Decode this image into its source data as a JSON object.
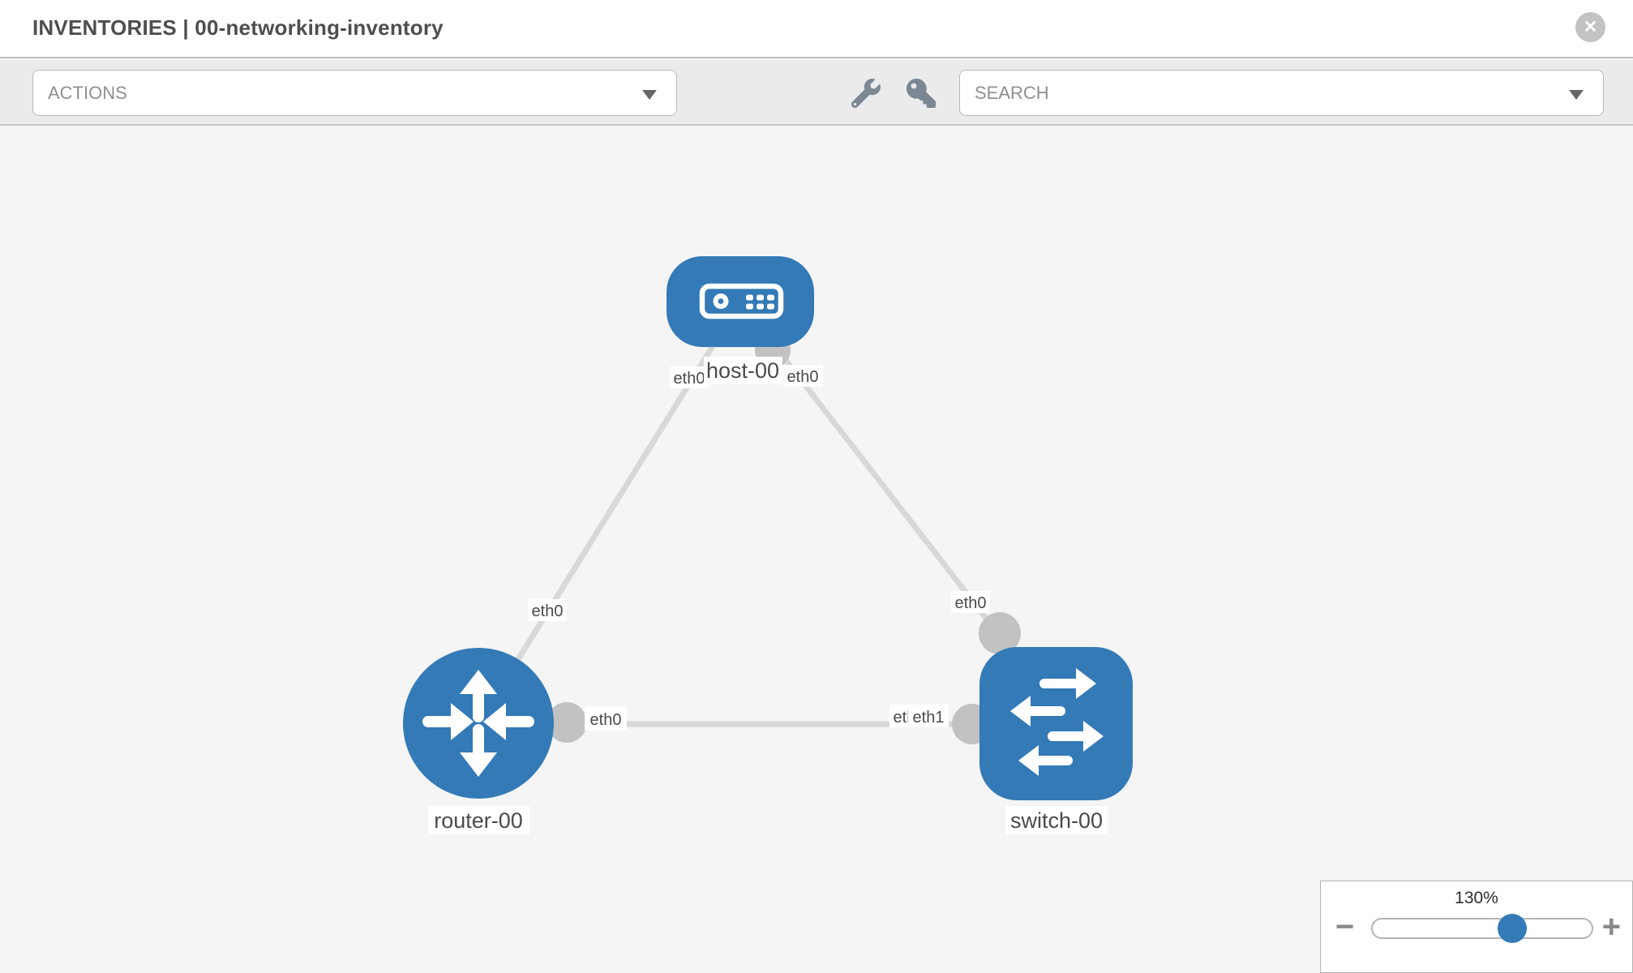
{
  "header": {
    "title": "INVENTORIES | 00-networking-inventory",
    "close_icon": "✕"
  },
  "toolbar": {
    "actions_label": "ACTIONS",
    "search_label": "SEARCH",
    "icons": [
      "wrench-icon",
      "key-icon"
    ]
  },
  "topology": {
    "nodes": [
      {
        "id": "host-00",
        "type": "host",
        "label": "host-00"
      },
      {
        "id": "router-00",
        "type": "router",
        "label": "router-00"
      },
      {
        "id": "switch-00",
        "type": "switch",
        "label": "switch-00"
      }
    ],
    "links": [
      {
        "from": "host-00",
        "to": "router-00",
        "from_if": "eth0",
        "to_if": "eth0"
      },
      {
        "from": "host-00",
        "to": "switch-00",
        "from_if": "eth0",
        "to_if": "eth0"
      },
      {
        "from": "router-00",
        "to": "switch-00",
        "from_if": "eth0",
        "to_if": "eth1",
        "occluded_label": "eth0"
      }
    ]
  },
  "zoom_control": {
    "level": "130%",
    "minus": "−",
    "plus": "+"
  },
  "colors": {
    "node_blue": "#337ab7",
    "link_gray": "#d8d8d8",
    "connector_gray": "#c2c2c2",
    "canvas_bg": "#f5f5f5"
  }
}
